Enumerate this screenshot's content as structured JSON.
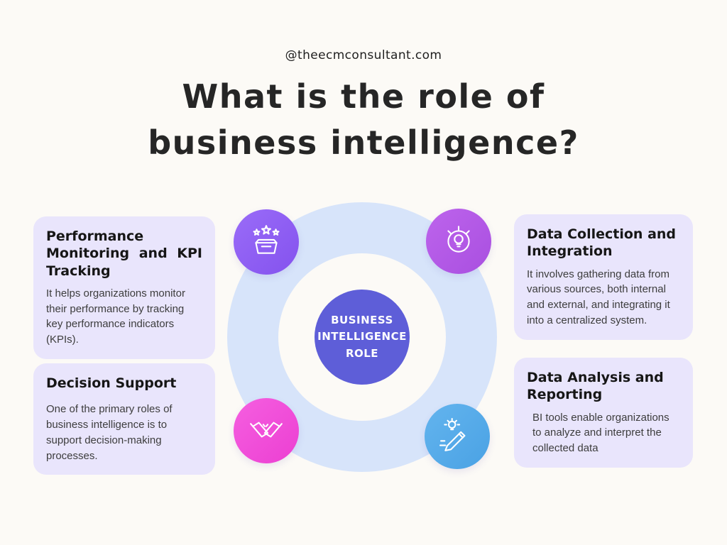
{
  "header": {
    "website": "@theecmconsultant.com",
    "title_line1": "What is the role of",
    "title_line2": "business intelligence?"
  },
  "center": {
    "line1": "BUSINESS",
    "line2": "INTELLIGENCE",
    "line3": "ROLE"
  },
  "cards": {
    "performance": {
      "title": "Performance Monitoring and KPI Tracking",
      "body": "It helps organizations monitor their performance by tracking key performance indicators (KPIs)."
    },
    "decision": {
      "title": "Decision Support",
      "body": "One of the primary roles of business intelligence is to support decision-making processes."
    },
    "collection": {
      "title": "Data Collection and Integration",
      "body": "It involves gathering data from various sources, both internal and external, and integrating it into a centralized system."
    },
    "analysis": {
      "title": "Data Analysis and Reporting",
      "body": "BI tools enable organizations to analyze and interpret the collected data"
    }
  },
  "icons": {
    "top_left": "stars-award-icon",
    "top_right": "idea-head-icon",
    "bottom_left": "handshake-icon",
    "bottom_right": "pencil-idea-icon"
  },
  "colors": {
    "background": "#fcfaf6",
    "card_bg": "#e9e5fc",
    "ring": "#d7e4fa",
    "center_circle": "#5e5ed8",
    "icon_top_left": "#8d5ef4",
    "icon_top_right": "#b455e8",
    "icon_bottom_left": "#f149da",
    "icon_bottom_right": "#55abe9",
    "title_text": "#262626"
  }
}
